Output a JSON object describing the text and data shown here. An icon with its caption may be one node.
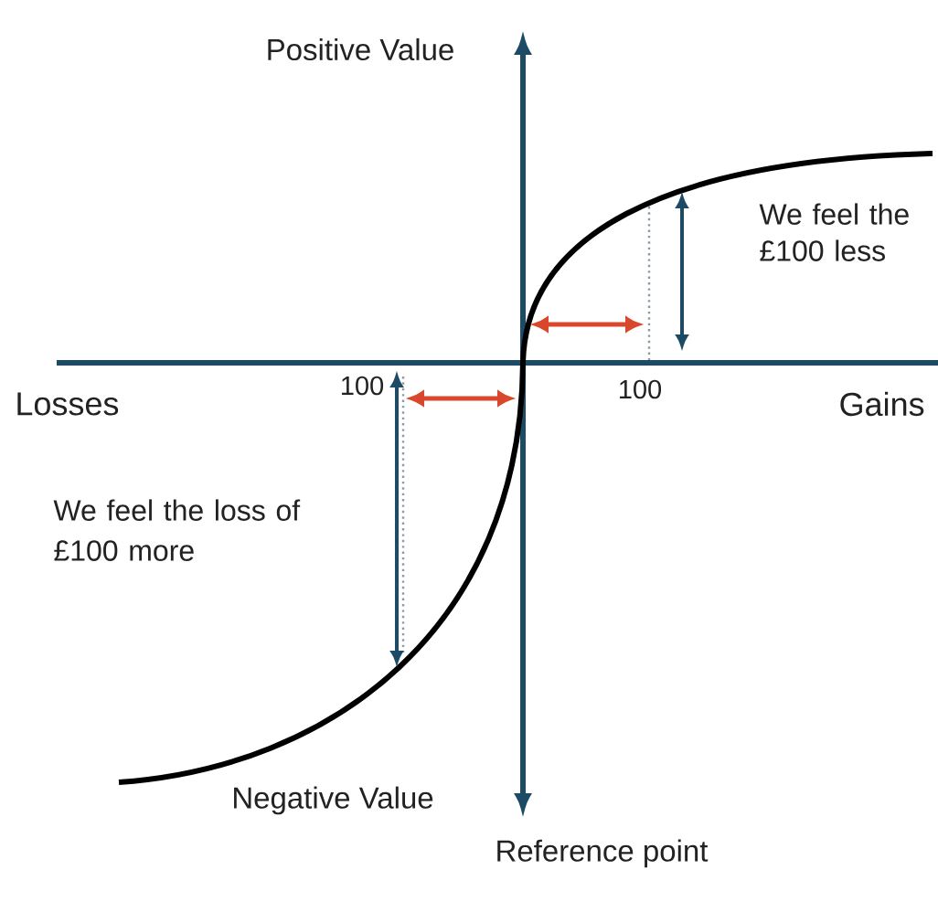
{
  "diagram": {
    "labels": [
      "Positive Value",
      "We feel the £100 less",
      "Losses",
      "100",
      "100",
      "Gains",
      "We feel the loss of £100 more",
      "Negative Value",
      "Reference point"
    ]
  }
}
